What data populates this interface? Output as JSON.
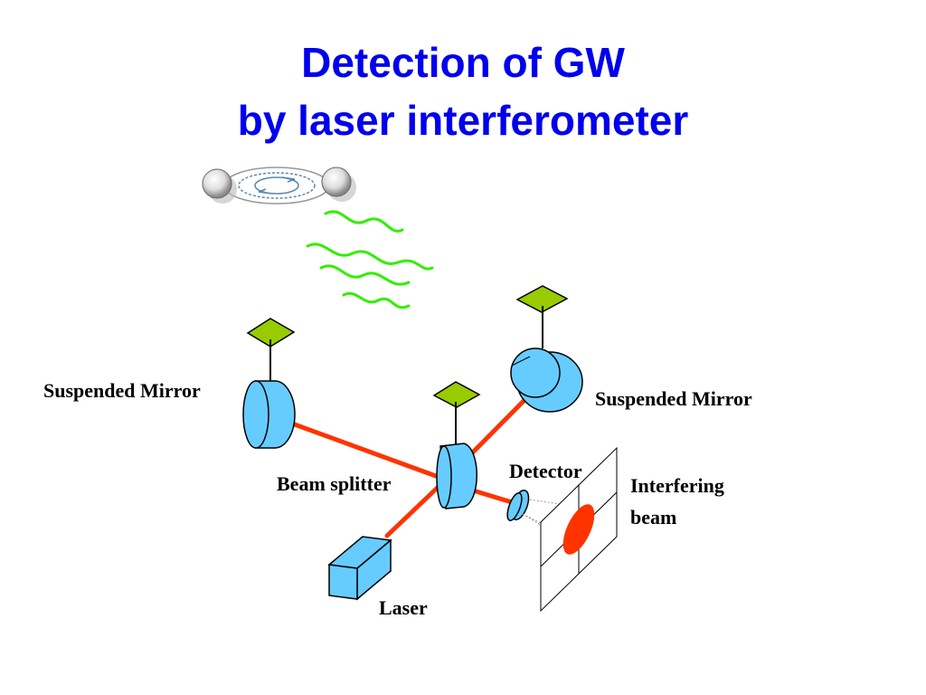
{
  "title": {
    "line1": "Detection of GW",
    "line2": "by laser interferometer"
  },
  "labels": {
    "suspended_mirror_left": "Suspended Mirror",
    "suspended_mirror_right": "Suspended Mirror",
    "beam_splitter": "Beam splitter",
    "detector": "Detector",
    "interfering_beam_line1": "Interfering",
    "interfering_beam_line2": "beam",
    "laser": "Laser"
  },
  "colors": {
    "title": "#0000ee",
    "beam": "#ff3300",
    "optics": "#66ccff",
    "suspension_plate": "#99cc00",
    "gravitational_wave": "#33ee00",
    "interference_spot": "#ff3300"
  }
}
